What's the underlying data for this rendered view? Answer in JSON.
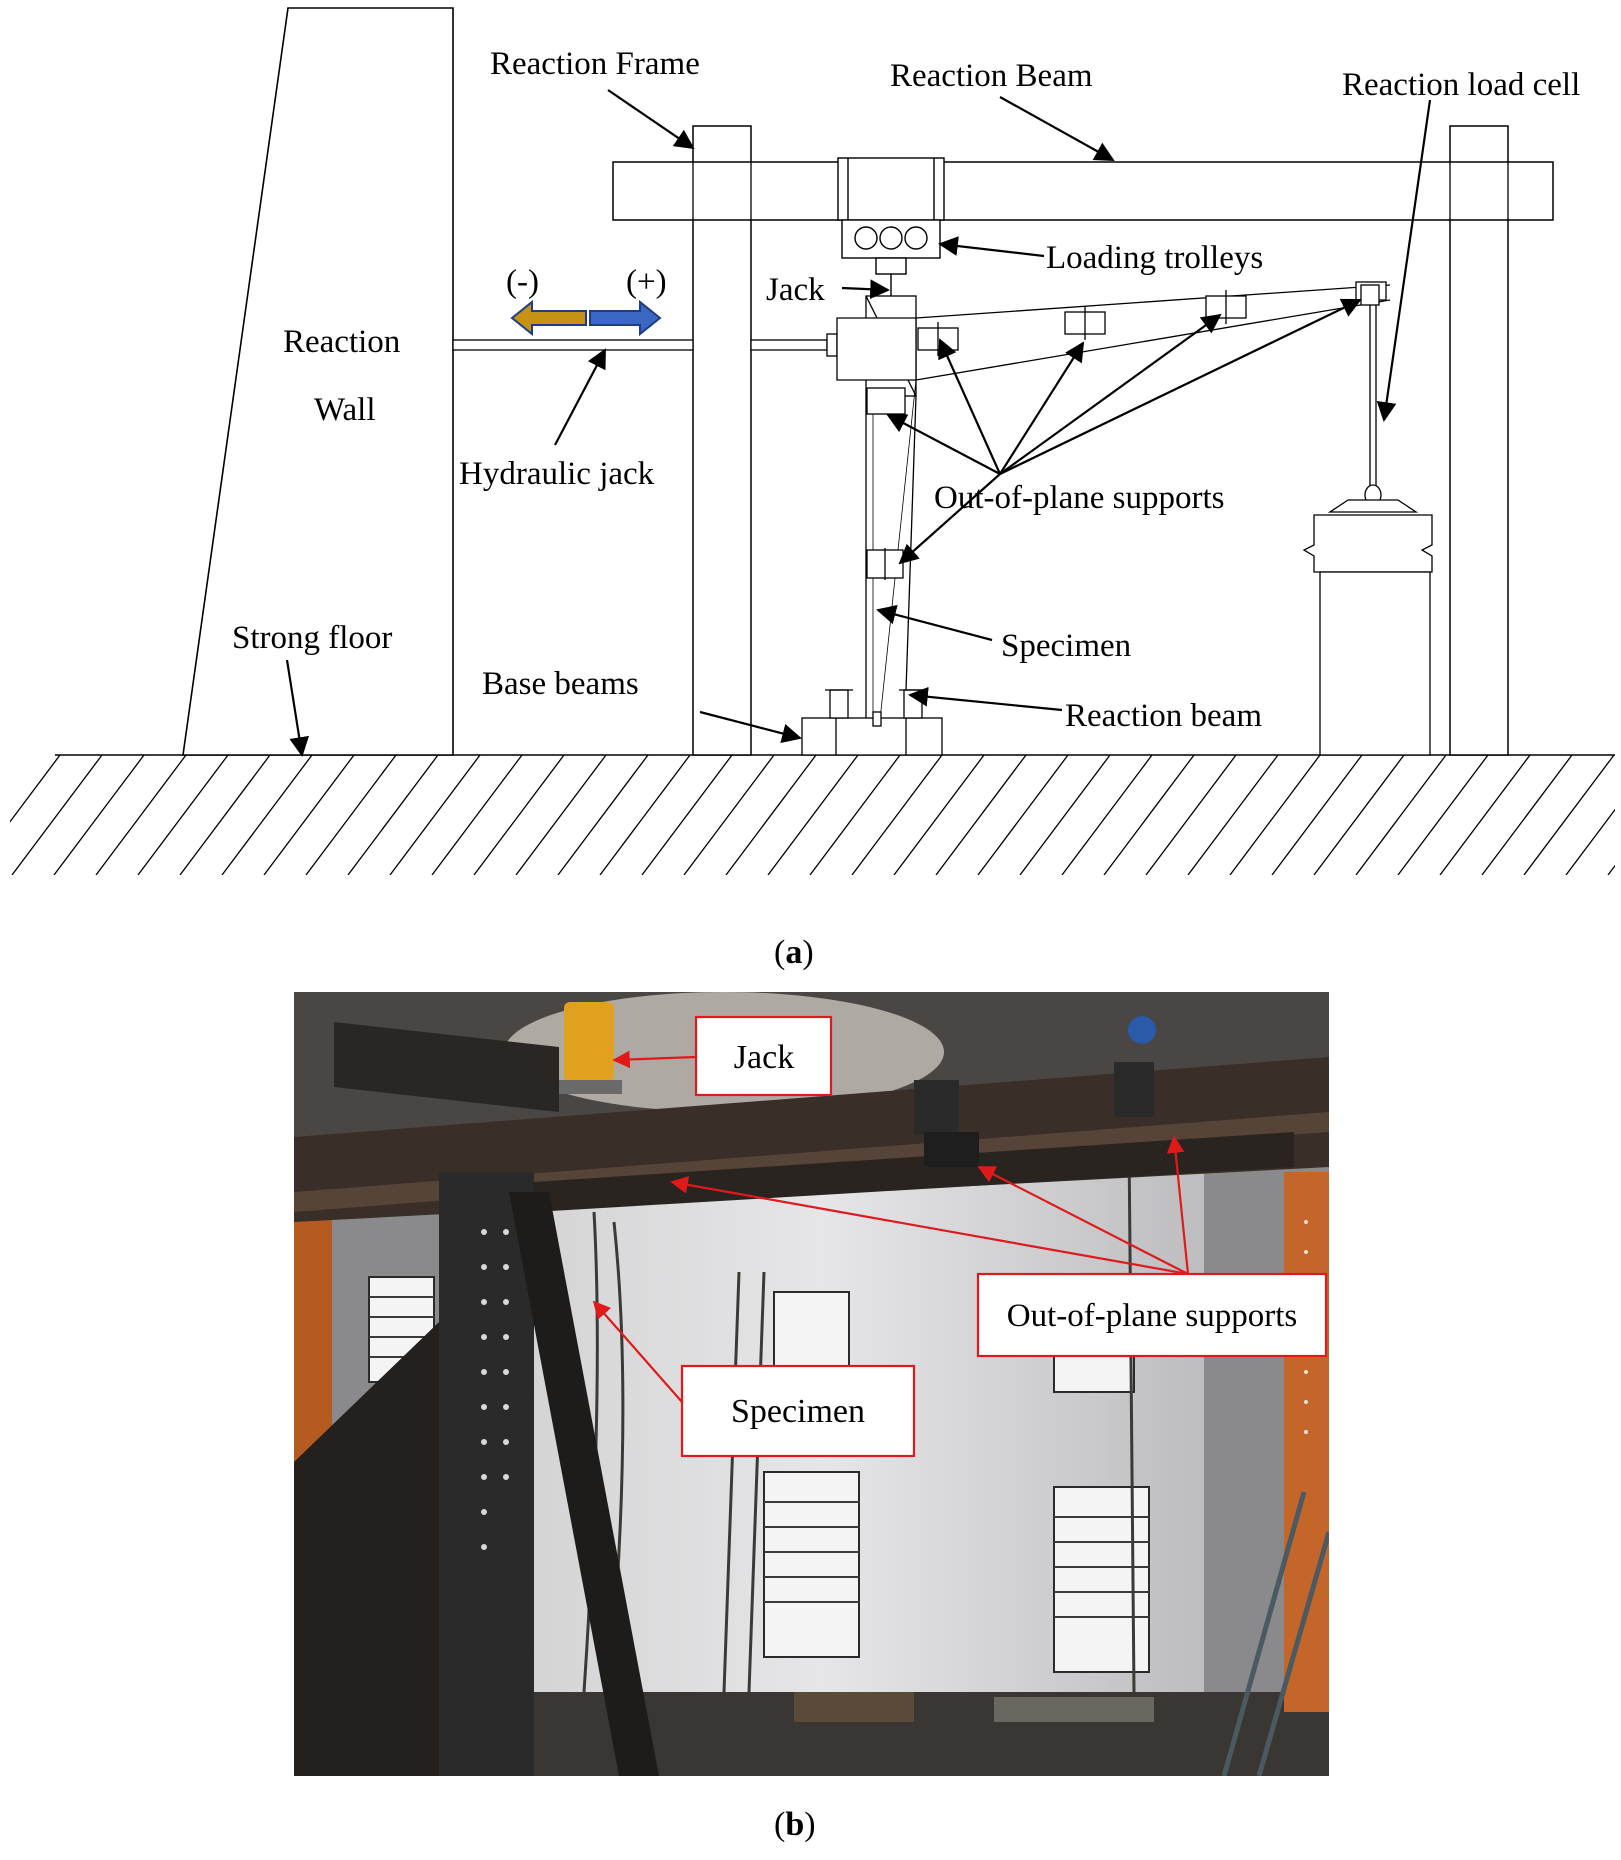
{
  "figure_a": {
    "labels": {
      "reaction_frame": "Reaction Frame",
      "reaction_beam_top": "Reaction Beam",
      "reaction_load_cell": "Reaction load cell",
      "loading_trolleys": "Loading trolleys",
      "jack": "Jack",
      "minus": "(-)",
      "plus": "(+)",
      "reaction_wall_1": "Reaction",
      "reaction_wall_2": "Wall",
      "hydraulic_jack": "Hydraulic jack",
      "out_of_plane_supports": "Out-of-plane supports",
      "specimen": "Specimen",
      "strong_floor": "Strong floor",
      "base_beams": "Base beams",
      "reaction_beam_bottom": "Reaction beam"
    },
    "caption_letter": "a"
  },
  "figure_b": {
    "labels": {
      "jack": "Jack",
      "out_of_plane_supports": "Out-of-plane supports",
      "specimen": "Specimen"
    },
    "callout_color": "#e01a1a",
    "caption_letter": "b"
  }
}
